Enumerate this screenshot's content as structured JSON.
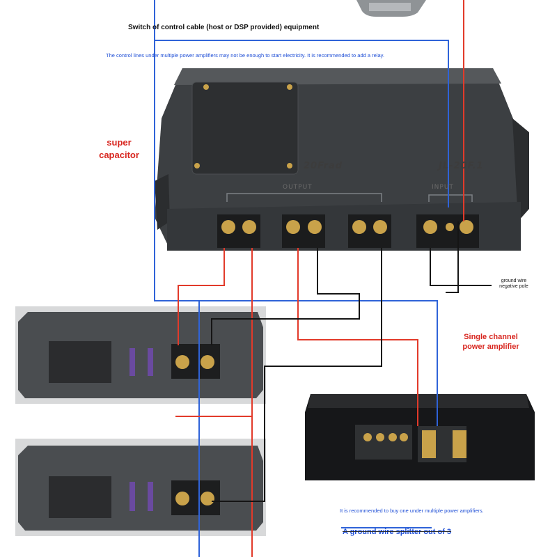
{
  "labels": {
    "control_cable": "Switch of control cable (host or DSP provided) equipment",
    "relay_note": "The control lines under multiple power amplifiers may not be enough to start electricity. It is recommended to add a relay.",
    "super_capacitor": "super capacitor",
    "ground_wire": "ground wire negative pole",
    "single_channel_amp": "Single channel power amplifier",
    "splitter_note": "It is recommended to buy one under multiple power amplifiers.",
    "splitter": "A ground wire splitter out of 3"
  },
  "device": {
    "brand": "20Frad",
    "model": "JL-20F.1",
    "output_label": "OUTPUT",
    "input_label": "INPUT"
  },
  "colors": {
    "positive_wire": "#e23a2a",
    "negative_wire": "#151515",
    "control_wire": "#2f63d8",
    "label_red": "#d8261f",
    "label_blue": "#1f4fd6",
    "housing": "#3a3d40",
    "gold": "#c9a24a"
  }
}
